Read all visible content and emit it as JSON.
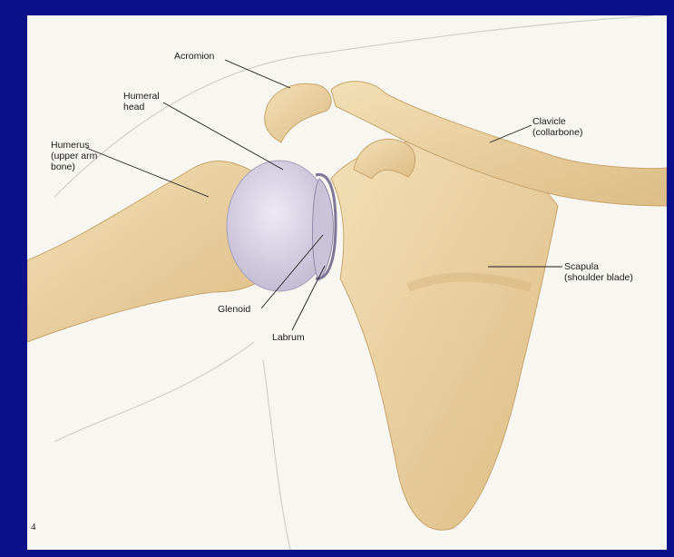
{
  "diagram": {
    "page_number": "4",
    "labels": {
      "acromion": "Acromion",
      "humeral_head": [
        "Humeral",
        "head"
      ],
      "humerus": [
        "Humerus",
        "(upper arm",
        "bone)"
      ],
      "clavicle": [
        "Clavicle",
        "(collarbone)"
      ],
      "scapula": [
        "Scapula",
        "(shoulder blade)"
      ],
      "glenoid": "Glenoid",
      "labrum": "Labrum"
    }
  },
  "colors": {
    "background": "#0a0f8a",
    "page": "#f7f6f1",
    "bone": "#edd5a6",
    "bone_shadow": "#d4b27a",
    "cartilage": "#d8d3e6"
  }
}
